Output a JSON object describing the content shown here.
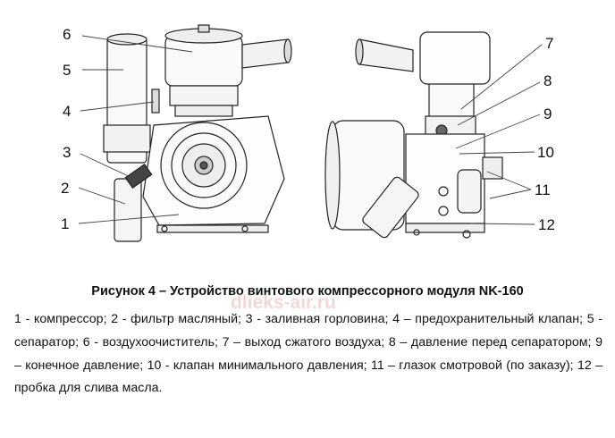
{
  "figure": {
    "callouts_left": [
      "6",
      "5",
      "4",
      "3",
      "2",
      "1"
    ],
    "callouts_right": [
      "7",
      "8",
      "9",
      "10",
      "11",
      "12"
    ]
  },
  "caption": {
    "title": "Рисунок 4 – Устройство винтового компрессорного модуля NK-160",
    "watermark": "dlieks-air.ru",
    "legend": "1 - компрессор; 2 - фильтр масляный; 3 - заливная горловина; 4 – предохранительный клапан; 5 - сепаратор; 6 - воздухоочиститель; 7 – выход сжатого воздуха; 8 – давление перед сепаратором; 9 – конечное давление; 10 - клапан минимального давления; 11 – глазок смотровой (по заказу); 12 – пробка для слива масла."
  }
}
